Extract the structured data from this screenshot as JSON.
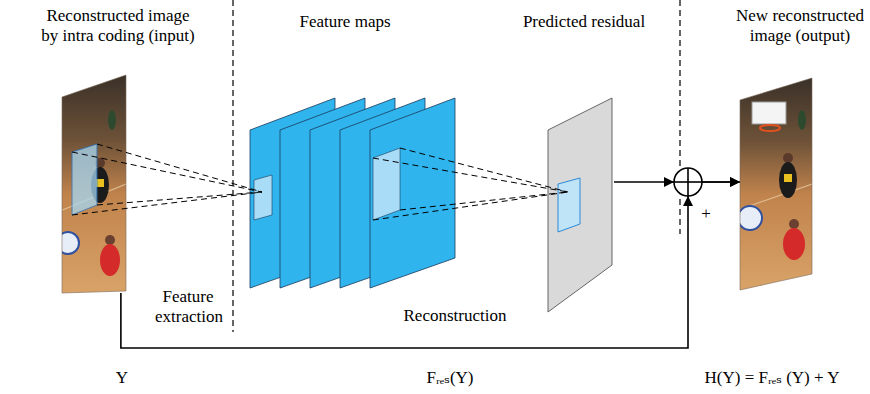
{
  "diagram": {
    "nodes": [
      {
        "text": [
          "Reconstructed image by intra coding (input)"
        ]
      },
      {
        "text": [
          "Feature maps"
        ]
      },
      {
        "text": [
          "Predicted residual"
        ]
      },
      {
        "text": [
          "New reconstructed image (output)"
        ]
      }
    ],
    "edges": [
      {
        "from": 2,
        "to": 3,
        "arrow": "to"
      },
      {
        "from": 0,
        "to": 3,
        "arrow": "to"
      }
    ],
    "labels": [
      "Feature extraction",
      "Reconstruction",
      "+",
      "Y",
      "Fᵣₑₛ(Y)",
      "H(Y) = Fᵣₑₛ (Y) + Y"
    ]
  }
}
